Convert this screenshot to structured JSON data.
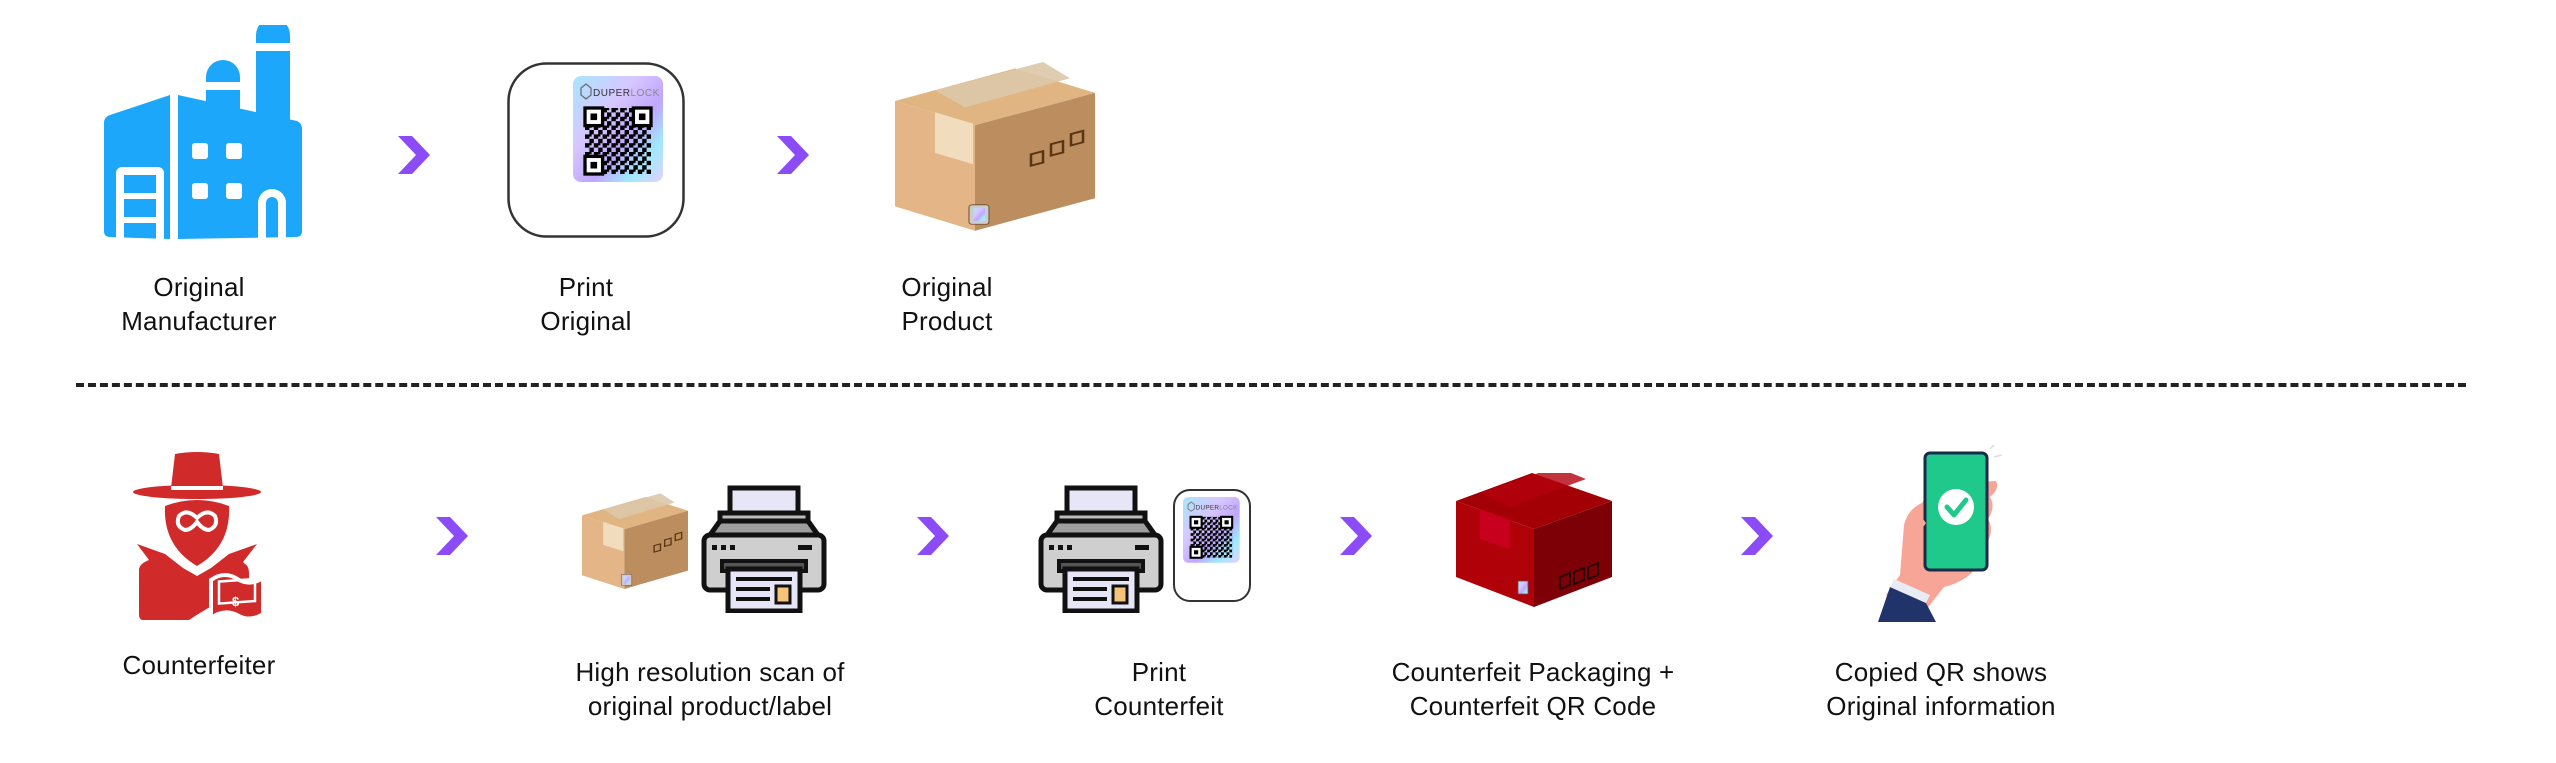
{
  "colors": {
    "arrow": "#8b4cf7",
    "factory": "#1da7fb",
    "counterfeiter": "#d02a2a",
    "divider": "#222222",
    "text": "#111111"
  },
  "original_flow": {
    "steps": [
      {
        "icon": "factory-icon",
        "lines": [
          "Original",
          "Manufacturer"
        ]
      },
      {
        "icon": "qr-label-card-icon",
        "lines": [
          "Print",
          "Original"
        ],
        "brand": "DUPERLOCK"
      },
      {
        "icon": "cardboard-box-icon",
        "lines": [
          "Original",
          "Product"
        ]
      }
    ],
    "arrows": 2
  },
  "counterfeit_flow": {
    "steps": [
      {
        "icon": "counterfeiter-icon",
        "lines": [
          "Counterfeiter"
        ]
      },
      {
        "icon": "box-and-printer-icon",
        "lines": [
          "High resolution scan of",
          "original product/label"
        ]
      },
      {
        "icon": "printer-and-qr-label-icon",
        "lines": [
          "Print",
          "Counterfeit"
        ],
        "brand": "DUPERLOCK"
      },
      {
        "icon": "red-box-icon",
        "lines": [
          "Counterfeit Packaging +",
          "Counterfeit QR Code"
        ]
      },
      {
        "icon": "hand-phone-check-icon",
        "lines": [
          "Copied QR shows",
          "Original information"
        ]
      }
    ],
    "arrows": 4
  }
}
